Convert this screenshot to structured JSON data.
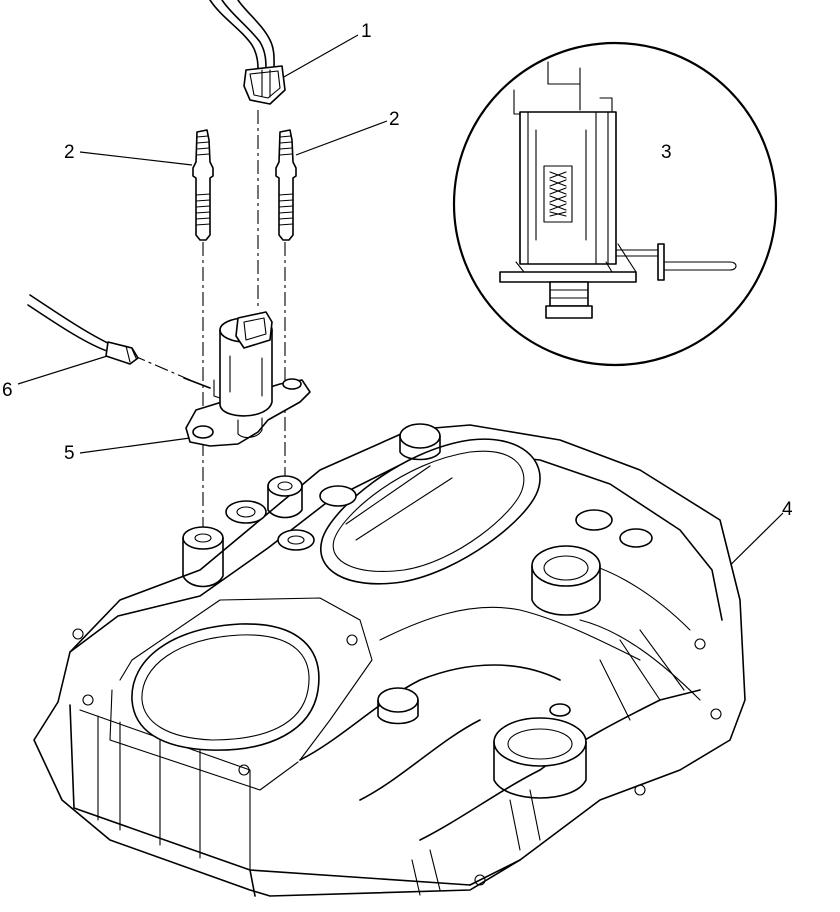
{
  "callouts": {
    "c1": "1",
    "c2a": "2",
    "c2b": "2",
    "c3": "3",
    "c4": "4",
    "c5": "5",
    "c6": "6"
  }
}
